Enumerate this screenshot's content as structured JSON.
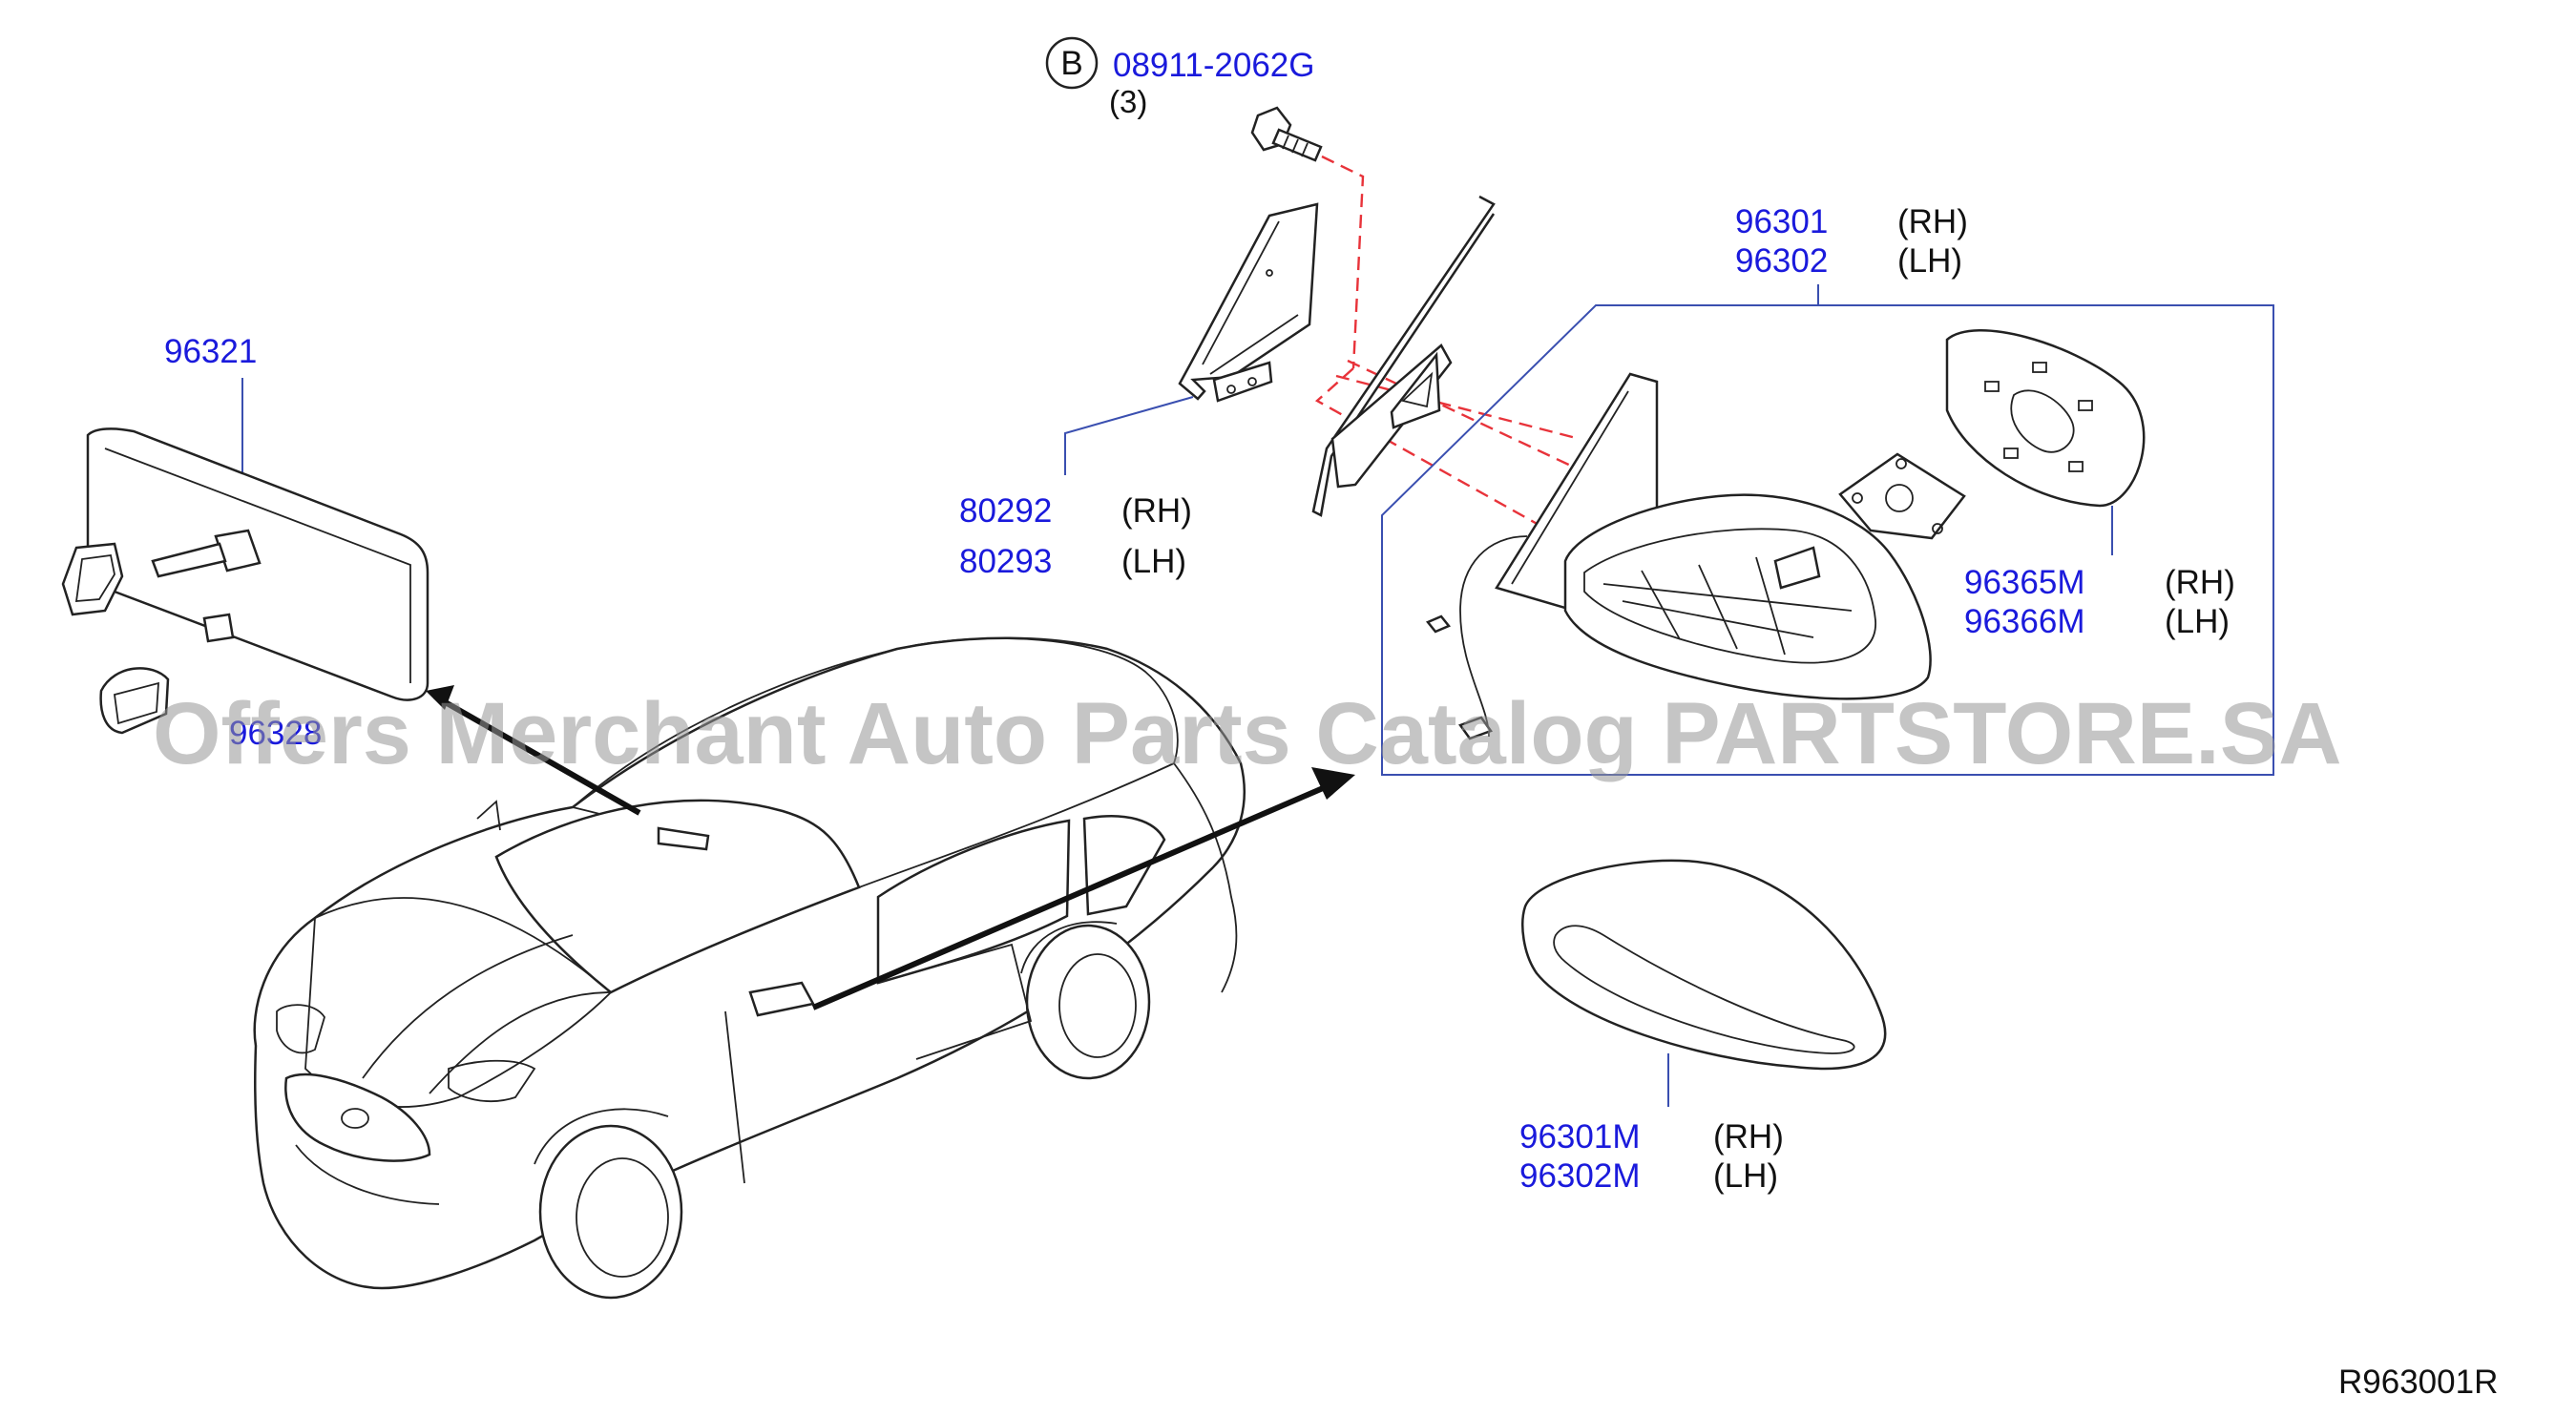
{
  "fastener": {
    "badge": "B",
    "part_number": "08911-2062G",
    "quantity": "(3)"
  },
  "mirror_assembly": {
    "part_numbers": [
      {
        "number": "96301",
        "side": "(RH)"
      },
      {
        "number": "96302",
        "side": "(LH)"
      }
    ]
  },
  "inside_mirror": {
    "part_number": "96321"
  },
  "inside_mirror_cover": {
    "part_number": "96328"
  },
  "corner_finisher": {
    "part_numbers": [
      {
        "number": "80292",
        "side": "(RH)"
      },
      {
        "number": "80293",
        "side": "(LH)"
      }
    ]
  },
  "mirror_glass": {
    "part_numbers": [
      {
        "number": "96365M",
        "side": "(RH)"
      },
      {
        "number": "96366M",
        "side": "(LH)"
      }
    ]
  },
  "mirror_cover": {
    "part_numbers": [
      {
        "number": "96301M",
        "side": "(RH)"
      },
      {
        "number": "96302M",
        "side": "(LH)"
      }
    ]
  },
  "diagram_ref": "R963001R",
  "watermark": "Offers Merchant Auto Parts Catalog PARTSTORE.SA",
  "colors": {
    "part_number": "#1a1adc",
    "leader_line": "#3a4fb0",
    "dashed_line": "#e8333a",
    "watermark": "#969696"
  }
}
